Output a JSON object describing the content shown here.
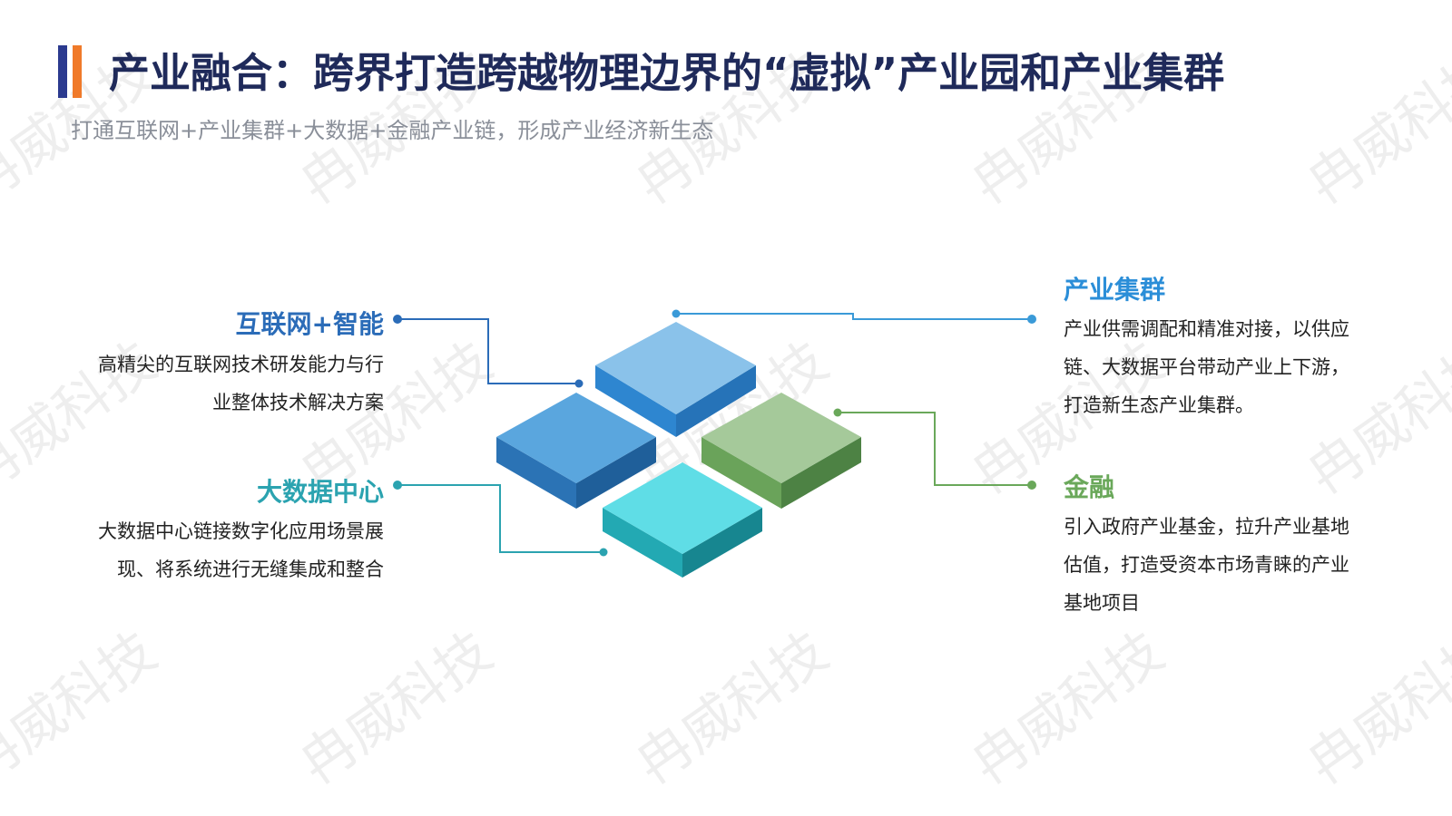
{
  "header": {
    "title": "产业融合：跨界打造跨越物理边界的“虚拟”产业园和产业集群",
    "subtitle": "打通互联网+产业集群+大数据+金融产业链，形成产业经济新生态"
  },
  "features": {
    "internet": {
      "heading": "互联网+智能",
      "lines": [
        "高精尖的互联网技术研发能力与行",
        "业整体技术解决方案"
      ]
    },
    "bigdata": {
      "heading": "大数据中心",
      "lines": [
        "大数据中心链接数字化应用场景展",
        "现、将系统进行无缝集成和整合"
      ]
    },
    "cluster": {
      "heading": "产业集群",
      "lines": [
        "产业供需调配和精准对接，以供应",
        "链、大数据平台带动产业上下游，",
        "打造新生态产业集群。"
      ]
    },
    "finance": {
      "heading": "金融",
      "lines": [
        "引入政府产业基金，拉升产业基地",
        "估值，打造受资本市场青睐的产业",
        "基地项目"
      ]
    }
  },
  "watermark": {
    "text": "冉威科技"
  },
  "colors": {
    "title_blue_bar": "#2b3a8f",
    "title_orange_bar": "#f07a2a",
    "internet": "#2b6cb8",
    "bigdata": "#2ba3b0",
    "cluster": "#2b8ed8",
    "finance": "#6aa85a"
  }
}
